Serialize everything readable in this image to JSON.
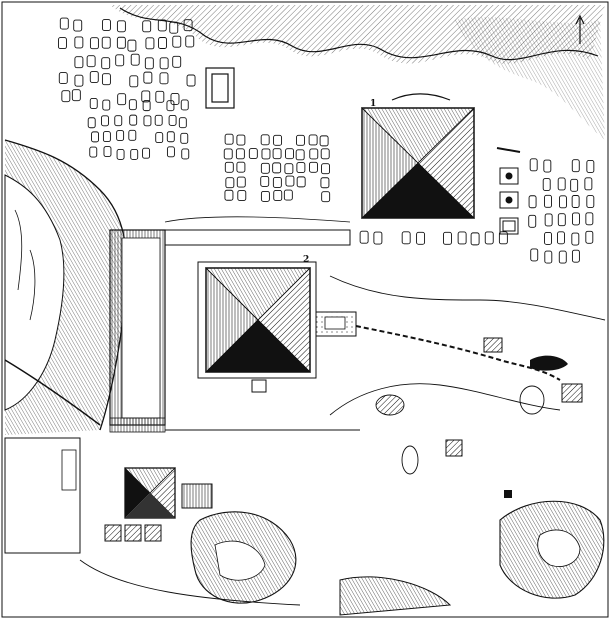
{
  "map": {
    "background": "#ffffff",
    "ink": "#111111",
    "north_arrow_icon": "up-arrow",
    "pyramid_labels": [
      {
        "id": "pyramid-1",
        "label": "1"
      },
      {
        "id": "pyramid-2",
        "label": "2"
      }
    ],
    "features": [
      "mastaba-field-west",
      "mastaba-field-east",
      "quarry-west",
      "causeway",
      "enclosure-wall",
      "queens-pyramids",
      "valley-outcrops",
      "sphinx-area"
    ]
  }
}
